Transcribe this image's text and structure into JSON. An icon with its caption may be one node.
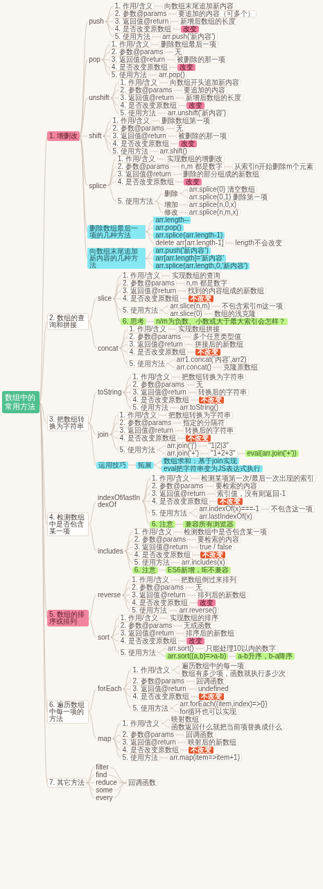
{
  "diagram": {
    "nodes": [
      {
        "text": [
          "数组中的常用方法"
        ]
      },
      {
        "text": [
          "1. 增删改"
        ]
      },
      {
        "text": [
          "push"
        ]
      },
      {
        "text": [
          "1. 作用/含义"
        ]
      },
      {
        "text": [
          "向数组末尾追加新内容"
        ]
      },
      {
        "text": [
          "2. 参数@params"
        ]
      },
      {
        "text": [
          "要追加的内容（可多个）"
        ]
      },
      {
        "text": [
          "3. 返回值@return"
        ]
      },
      {
        "text": [
          "新增后数组的长度"
        ]
      },
      {
        "text": [
          "4. 是否改变原数组"
        ]
      },
      {
        "text": [
          "改变"
        ]
      },
      {
        "text": [
          "5. 使用方法"
        ]
      },
      {
        "text": [
          "arr.push('新内容')"
        ]
      },
      {
        "text": [
          "pop"
        ]
      },
      {
        "text": [
          "1. 作用/含义"
        ]
      },
      {
        "text": [
          "删除数组最后一项"
        ]
      },
      {
        "text": [
          "2. 参数@params"
        ]
      },
      {
        "text": [
          "无"
        ]
      },
      {
        "text": [
          "3. 返回值@return"
        ]
      },
      {
        "text": [
          "被删除的那一项"
        ]
      },
      {
        "text": [
          "4. 是否改变原数组"
        ]
      },
      {
        "text": [
          "改变"
        ]
      },
      {
        "text": [
          "5. 使用方法"
        ]
      },
      {
        "text": [
          "arr.pop()"
        ]
      },
      {
        "text": [
          "unshift"
        ]
      },
      {
        "text": [
          "1. 作用/含义"
        ]
      },
      {
        "text": [
          "向数组开头追加新内容"
        ]
      },
      {
        "text": [
          "2. 参数@params"
        ]
      },
      {
        "text": [
          "要追加的内容"
        ]
      },
      {
        "text": [
          "3. 返回值@return"
        ]
      },
      {
        "text": [
          "新增后数组的长度"
        ]
      },
      {
        "text": [
          "4. 是否改变原数组"
        ]
      },
      {
        "text": [
          "改变"
        ]
      },
      {
        "text": [
          "5. 使用方法"
        ]
      },
      {
        "text": [
          "arr.unshift('新内容')"
        ]
      },
      {
        "text": [
          "shift"
        ]
      },
      {
        "text": [
          "1. 作用/含义"
        ]
      },
      {
        "text": [
          "删除数组第一项"
        ]
      },
      {
        "text": [
          "2. 参数@params"
        ]
      },
      {
        "text": [
          "无"
        ]
      },
      {
        "text": [
          "3. 返回值@return"
        ]
      },
      {
        "text": [
          "被删除的那一项"
        ]
      },
      {
        "text": [
          "4. 是否改变原数组"
        ]
      },
      {
        "text": [
          "改变"
        ]
      },
      {
        "text": [
          "5. 使用方法"
        ]
      },
      {
        "text": [
          "arr.shift()"
        ]
      },
      {
        "text": [
          "splice"
        ]
      },
      {
        "text": [
          "1. 作用/含义"
        ]
      },
      {
        "text": [
          "实现数组的增删改"
        ]
      },
      {
        "text": [
          "2. 参数@params"
        ]
      },
      {
        "text": [
          "n,m 都是数字"
        ]
      },
      {
        "text": [
          "从索引n开始删除m个元素"
        ]
      },
      {
        "text": [
          "3. 返回值@return"
        ]
      },
      {
        "text": [
          "删除的部分组成的新数组"
        ]
      },
      {
        "text": [
          "4. 是否改变原数组"
        ]
      },
      {
        "text": [
          "改变"
        ]
      },
      {
        "text": [
          "5. 使用方法"
        ]
      },
      {
        "text": [
          "删除"
        ]
      },
      {
        "text": [
          "arr.splice(0) 清空数组"
        ]
      },
      {
        "text": [
          "arr.splice(0,1) 删除第一项"
        ]
      },
      {
        "text": [
          "增加"
        ]
      },
      {
        "text": [
          "arr.splice(n,0,x)"
        ]
      },
      {
        "text": [
          "修改"
        ]
      },
      {
        "text": [
          "arr.splice(n,m,x)"
        ]
      },
      {
        "text": [
          "删除数组最后一项的几种方法"
        ]
      },
      {
        "text": [
          "arr.length--"
        ]
      },
      {
        "text": [
          "arr.pop()"
        ]
      },
      {
        "text": [
          "arr.splice(arr.length-1)"
        ]
      },
      {
        "text": [
          "delete arr[arr.length-1]"
        ]
      },
      {
        "text": [
          "length不会改变"
        ]
      },
      {
        "text": [
          "向数组末尾追加新内容的几种方法"
        ]
      },
      {
        "text": [
          "arr.push('新内容')"
        ]
      },
      {
        "text": [
          "arr[arr.length]='新内容'"
        ]
      },
      {
        "text": [
          "arr.splice(arr.length,0,'新内容')"
        ]
      },
      {
        "text": [
          "2. 数组的查询和拼接"
        ]
      },
      {
        "text": [
          "slice"
        ]
      },
      {
        "text": [
          "1. 作用/含义"
        ]
      },
      {
        "text": [
          "实现数组的查询"
        ]
      },
      {
        "text": [
          "2. 参数@params"
        ]
      },
      {
        "text": [
          "n,m 都是数字"
        ]
      },
      {
        "text": [
          "3. 返回值@return"
        ]
      },
      {
        "text": [
          "找到的内容组成的新数组"
        ]
      },
      {
        "text": [
          "4. 是否改变原数组"
        ]
      },
      {
        "text": [
          "不改变"
        ]
      },
      {
        "text": [
          "5. 使用方法"
        ]
      },
      {
        "text": [
          "arr.slice(n,m)"
        ]
      },
      {
        "text": [
          "不包含索引m这一项"
        ]
      },
      {
        "text": [
          "arr.slice(0)"
        ]
      },
      {
        "text": [
          "数组的浅克隆"
        ]
      },
      {
        "text": [
          "6. 思考"
        ]
      },
      {
        "text": [
          "n/m为负数、小数或大于最大索引会怎样？"
        ]
      },
      {
        "text": [
          "concat"
        ]
      },
      {
        "text": [
          "1. 作用/含义"
        ]
      },
      {
        "text": [
          "实现数组拼接"
        ]
      },
      {
        "text": [
          "2. 参数@params"
        ]
      },
      {
        "text": [
          "多个任意类型值"
        ]
      },
      {
        "text": [
          "3. 返回值@return"
        ]
      },
      {
        "text": [
          "拼接后的新数组"
        ]
      },
      {
        "text": [
          "4. 是否改变原数组"
        ]
      },
      {
        "text": [
          "不改变"
        ]
      },
      {
        "text": [
          "5. 使用方法"
        ]
      },
      {
        "text": [
          "arr1.concat('内容',arr2)"
        ]
      },
      {
        "text": [
          "arr.concat()"
        ]
      },
      {
        "text": [
          "克隆原数组"
        ]
      },
      {
        "text": [
          "3. 把数组转换为字符串"
        ]
      },
      {
        "text": [
          "toString"
        ]
      },
      {
        "text": [
          "1. 作用/含义"
        ]
      },
      {
        "text": [
          "把数组转换为字符串"
        ]
      },
      {
        "text": [
          "2. 参数@params"
        ]
      },
      {
        "text": [
          "无"
        ]
      },
      {
        "text": [
          "3. 返回值@return"
        ]
      },
      {
        "text": [
          "转换后的字符串"
        ]
      },
      {
        "text": [
          "4. 是否改变原数组"
        ]
      },
      {
        "text": [
          "不改变"
        ]
      },
      {
        "text": [
          "5. 使用方法"
        ]
      },
      {
        "text": [
          "arr.toString()"
        ]
      },
      {
        "text": [
          "join"
        ]
      },
      {
        "text": [
          "1. 作用/含义"
        ]
      },
      {
        "text": [
          "把数组转换为字符串"
        ]
      },
      {
        "text": [
          "2. 参数@params"
        ]
      },
      {
        "text": [
          "指定的分隔符"
        ]
      },
      {
        "text": [
          "3. 返回值@return"
        ]
      },
      {
        "text": [
          "转换后的字符串"
        ]
      },
      {
        "text": [
          "4. 是否改变原数组"
        ]
      },
      {
        "text": [
          "不改变"
        ]
      },
      {
        "text": [
          "5. 使用方法"
        ]
      },
      {
        "text": [
          "arr.join('|')"
        ]
      },
      {
        "text": [
          "\"1|2|3\""
        ]
      },
      {
        "text": [
          "arr.join('+')"
        ]
      },
      {
        "text": [
          "\"1+2+3\""
        ]
      },
      {
        "text": [
          "eval(arr.join('+'))"
        ]
      },
      {
        "text": [
          "运用技巧"
        ]
      },
      {
        "text": [
          "拓展"
        ]
      },
      {
        "text": [
          "数组求和：基于join实现"
        ]
      },
      {
        "text": [
          "eval把字符串变为JS表达式执行"
        ]
      },
      {
        "text": [
          "4. 检测数组中是否包含某一项"
        ]
      },
      {
        "text": [
          "indexOf/lastIndexOf"
        ]
      },
      {
        "text": [
          "1. 作用/含义"
        ]
      },
      {
        "text": [
          "检测某项第一次/最后一次出现的索引"
        ]
      },
      {
        "text": [
          "2. 参数@params"
        ]
      },
      {
        "text": [
          "要检索的内容"
        ]
      },
      {
        "text": [
          "3. 返回值@return"
        ]
      },
      {
        "text": [
          "索引值，没有则返回-1"
        ]
      },
      {
        "text": [
          "4. 是否改变原数组"
        ]
      },
      {
        "text": [
          "不改变"
        ]
      },
      {
        "text": [
          "5. 使用方法"
        ]
      },
      {
        "text": [
          "arr.indexOf(x)===-1"
        ]
      },
      {
        "text": [
          "不包含这一项"
        ]
      },
      {
        "text": [
          "arr.lastIndexOf(x)"
        ]
      },
      {
        "text": [
          "6. 注意"
        ]
      },
      {
        "text": [
          "兼容所有浏览器"
        ]
      },
      {
        "text": [
          "includes"
        ]
      },
      {
        "text": [
          "1. 作用/含义"
        ]
      },
      {
        "text": [
          "检测数组中是否包含某一项"
        ]
      },
      {
        "text": [
          "2. 参数@params"
        ]
      },
      {
        "text": [
          "要检索的内容"
        ]
      },
      {
        "text": [
          "3. 返回值@return"
        ]
      },
      {
        "text": [
          "true / false"
        ]
      },
      {
        "text": [
          "4. 是否改变原数组"
        ]
      },
      {
        "text": [
          "不改变"
        ]
      },
      {
        "text": [
          "5. 使用方法"
        ]
      },
      {
        "text": [
          "arr.includes(x)"
        ]
      },
      {
        "text": [
          "6. 注意"
        ]
      },
      {
        "text": [
          "ES6新增，IE不兼容"
        ]
      },
      {
        "text": [
          "5. 数组的排序或排列"
        ]
      },
      {
        "text": [
          "reverse"
        ]
      },
      {
        "text": [
          "1. 作用/含义"
        ]
      },
      {
        "text": [
          "把数组倒过来排列"
        ]
      },
      {
        "text": [
          "2. 参数@params"
        ]
      },
      {
        "text": [
          "无"
        ]
      },
      {
        "text": [
          "3. 返回值@return"
        ]
      },
      {
        "text": [
          "排列后的新数组"
        ]
      },
      {
        "text": [
          "4. 是否改变原数组"
        ]
      },
      {
        "text": [
          "改变"
        ]
      },
      {
        "text": [
          "5. 使用方法"
        ]
      },
      {
        "text": [
          "arr.reverse()"
        ]
      },
      {
        "text": [
          "sort"
        ]
      },
      {
        "text": [
          "1. 作用/含义"
        ]
      },
      {
        "text": [
          "实现数组的排序"
        ]
      },
      {
        "text": [
          "2. 参数@params"
        ]
      },
      {
        "text": [
          "无或函数"
        ]
      },
      {
        "text": [
          "3. 返回值@return"
        ]
      },
      {
        "text": [
          "排序后的新数组"
        ]
      },
      {
        "text": [
          "4. 是否改变原数组"
        ]
      },
      {
        "text": [
          "改变"
        ]
      },
      {
        "text": [
          "5. 使用方法"
        ]
      },
      {
        "text": [
          "arr.sort()"
        ]
      },
      {
        "text": [
          "只能处理10以内的数字"
        ]
      },
      {
        "text": [
          "arr.sort((a,b)=>a-b)"
        ]
      },
      {
        "text": [
          "a-b升序，b-a降序"
        ]
      },
      {
        "text": [
          "6. 遍历数组中每一项的方法"
        ]
      },
      {
        "text": [
          "forEach"
        ]
      },
      {
        "text": [
          "1. 作用/含义"
        ]
      },
      {
        "text": [
          "遍历数组中的每一项"
        ]
      },
      {
        "text": [
          "数组有多少项，函数就执行多少次"
        ]
      },
      {
        "text": [
          "2. 参数@params"
        ]
      },
      {
        "text": [
          "回调函数"
        ]
      },
      {
        "text": [
          "3. 返回值@return"
        ]
      },
      {
        "text": [
          "undefined"
        ]
      },
      {
        "text": [
          "4. 是否改变原数组"
        ]
      },
      {
        "text": [
          "不改变"
        ]
      },
      {
        "text": [
          "5. 使用方法"
        ]
      },
      {
        "text": [
          "arr.forEach((item,index)=>{})"
        ]
      },
      {
        "text": [
          "for循环也可以实现"
        ]
      },
      {
        "text": [
          "map"
        ]
      },
      {
        "text": [
          "1. 作用/含义"
        ]
      },
      {
        "text": [
          "映射数组"
        ]
      },
      {
        "text": [
          "函数返回什么就把当前项替换成什么"
        ]
      },
      {
        "text": [
          "2. 参数@params"
        ]
      },
      {
        "text": [
          "回调函数"
        ]
      },
      {
        "text": [
          "3. 返回值@return"
        ]
      },
      {
        "text": [
          "映射后的新数组"
        ]
      },
      {
        "text": [
          "4. 是否改变原数组"
        ]
      },
      {
        "text": [
          "不改变"
        ]
      },
      {
        "text": [
          "5. 使用方法"
        ]
      },
      {
        "text": [
          "arr.map(item=>item+1)"
        ]
      },
      {
        "text": [
          "7. 其它方法"
        ]
      },
      {
        "text": [
          "filter"
        ]
      },
      {
        "text": [
          "find"
        ]
      },
      {
        "text": [
          "reduce"
        ]
      },
      {
        "text": [
          "some"
        ]
      },
      {
        "text": [
          "every"
        ]
      },
      {
        "text": [
          "回调函数"
        ]
      }
    ],
    "edges": [
      {
        "from": 0,
        "to": 1,
        "arrow": "none"
      },
      {
        "from": 0,
        "to": 74,
        "arrow": "none"
      },
      {
        "from": 0,
        "to": 104,
        "arrow": "none"
      },
      {
        "from": 0,
        "to": 135,
        "arrow": "none"
      },
      {
        "from": 0,
        "to": 164,
        "arrow": "none"
      },
      {
        "from": 0,
        "to": 190,
        "arrow": "none"
      },
      {
        "from": 0,
        "to": 216,
        "arrow": "none"
      },
      {
        "from": 1,
        "to": 2,
        "arrow": "none"
      },
      {
        "from": 1,
        "to": 13,
        "arrow": "none"
      },
      {
        "from": 1,
        "to": 24,
        "arrow": "none"
      },
      {
        "from": 1,
        "to": 35,
        "arrow": "none"
      },
      {
        "from": 1,
        "to": 46,
        "arrow": "none"
      },
      {
        "from": 1,
        "to": 64,
        "arrow": "none"
      },
      {
        "from": 1,
        "to": 70,
        "arrow": "none"
      },
      {
        "from": 2,
        "to": 3,
        "arrow": "none"
      },
      {
        "from": 2,
        "to": 5,
        "arrow": "none"
      },
      {
        "from": 2,
        "to": 7,
        "arrow": "none"
      },
      {
        "from": 2,
        "to": 9,
        "arrow": "none"
      },
      {
        "from": 2,
        "to": 11,
        "arrow": "none"
      },
      {
        "from": 3,
        "to": 4,
        "arrow": "none"
      },
      {
        "from": 5,
        "to": 6,
        "arrow": "none"
      },
      {
        "from": 7,
        "to": 8,
        "arrow": "none"
      },
      {
        "from": 9,
        "to": 10,
        "arrow": "none"
      },
      {
        "from": 11,
        "to": 12,
        "arrow": "none"
      },
      {
        "from": 13,
        "to": 14,
        "arrow": "none"
      },
      {
        "from": 13,
        "to": 16,
        "arrow": "none"
      },
      {
        "from": 13,
        "to": 18,
        "arrow": "none"
      },
      {
        "from": 13,
        "to": 20,
        "arrow": "none"
      },
      {
        "from": 13,
        "to": 22,
        "arrow": "none"
      },
      {
        "from": 14,
        "to": 15,
        "arrow": "none"
      },
      {
        "from": 16,
        "to": 17,
        "arrow": "none"
      },
      {
        "from": 18,
        "to": 19,
        "arrow": "none"
      },
      {
        "from": 20,
        "to": 21,
        "arrow": "none"
      },
      {
        "from": 22,
        "to": 23,
        "arrow": "none"
      },
      {
        "from": 24,
        "to": 25,
        "arrow": "none"
      },
      {
        "from": 24,
        "to": 27,
        "arrow": "none"
      },
      {
        "from": 24,
        "to": 29,
        "arrow": "none"
      },
      {
        "from": 24,
        "to": 31,
        "arrow": "none"
      },
      {
        "from": 24,
        "to": 33,
        "arrow": "none"
      },
      {
        "from": 25,
        "to": 26,
        "arrow": "none"
      },
      {
        "from": 27,
        "to": 28,
        "arrow": "none"
      },
      {
        "from": 29,
        "to": 30,
        "arrow": "none"
      },
      {
        "from": 31,
        "to": 32,
        "arrow": "none"
      },
      {
        "from": 33,
        "to": 34,
        "arrow": "none"
      },
      {
        "from": 35,
        "to": 36,
        "arrow": "none"
      },
      {
        "from": 35,
        "to": 38,
        "arrow": "none"
      },
      {
        "from": 35,
        "to": 40,
        "arrow": "none"
      },
      {
        "from": 35,
        "to": 42,
        "arrow": "none"
      },
      {
        "from": 35,
        "to": 44,
        "arrow": "none"
      },
      {
        "from": 36,
        "to": 37,
        "arrow": "none"
      },
      {
        "from": 38,
        "to": 39,
        "arrow": "none"
      },
      {
        "from": 40,
        "to": 41,
        "arrow": "none"
      },
      {
        "from": 42,
        "to": 43,
        "arrow": "none"
      },
      {
        "from": 44,
        "to": 45,
        "arrow": "none"
      },
      {
        "from": 46,
        "to": 47,
        "arrow": "none"
      },
      {
        "from": 46,
        "to": 49,
        "arrow": "none"
      },
      {
        "from": 46,
        "to": 52,
        "arrow": "none"
      },
      {
        "from": 46,
        "to": 54,
        "arrow": "none"
      },
      {
        "from": 46,
        "to": 56,
        "arrow": "none"
      },
      {
        "from": 47,
        "to": 48,
        "arrow": "none"
      },
      {
        "from": 49,
        "to": 50,
        "arrow": "none"
      },
      {
        "from": 50,
        "to": 51,
        "arrow": "none"
      },
      {
        "from": 52,
        "to": 53,
        "arrow": "none"
      },
      {
        "from": 54,
        "to": 55,
        "arrow": "none"
      },
      {
        "from": 56,
        "to": 57,
        "arrow": "none"
      },
      {
        "from": 56,
        "to": 60,
        "arrow": "none"
      },
      {
        "from": 56,
        "to": 62,
        "arrow": "none"
      },
      {
        "from": 57,
        "to": 58,
        "arrow": "none"
      },
      {
        "from": 57,
        "to": 59,
        "arrow": "none"
      },
      {
        "from": 60,
        "to": 61,
        "arrow": "none"
      },
      {
        "from": 62,
        "to": 63,
        "arrow": "none"
      },
      {
        "from": 64,
        "to": 65,
        "arrow": "none"
      },
      {
        "from": 64,
        "to": 66,
        "arrow": "none"
      },
      {
        "from": 64,
        "to": 67,
        "arrow": "none"
      },
      {
        "from": 64,
        "to": 68,
        "arrow": "none"
      },
      {
        "from": 68,
        "to": 69,
        "arrow": "none"
      },
      {
        "from": 70,
        "to": 71,
        "arrow": "none"
      },
      {
        "from": 70,
        "to": 72,
        "arrow": "none"
      },
      {
        "from": 70,
        "to": 73,
        "arrow": "none"
      },
      {
        "from": 74,
        "to": 75,
        "arrow": "none"
      },
      {
        "from": 74,
        "to": 91,
        "arrow": "none"
      },
      {
        "from": 75,
        "to": 76,
        "arrow": "none"
      },
      {
        "from": 75,
        "to": 78,
        "arrow": "none"
      },
      {
        "from": 75,
        "to": 80,
        "arrow": "none"
      },
      {
        "from": 75,
        "to": 82,
        "arrow": "none"
      },
      {
        "from": 75,
        "to": 84,
        "arrow": "none"
      },
      {
        "from": 75,
        "to": 89,
        "arrow": "none"
      },
      {
        "from": 76,
        "to": 77,
        "arrow": "none"
      },
      {
        "from": 78,
        "to": 79,
        "arrow": "none"
      },
      {
        "from": 80,
        "to": 81,
        "arrow": "none"
      },
      {
        "from": 82,
        "to": 83,
        "arrow": "none"
      },
      {
        "from": 84,
        "to": 85,
        "arrow": "none"
      },
      {
        "from": 84,
        "to": 87,
        "arrow": "none"
      },
      {
        "from": 85,
        "to": 86,
        "arrow": "none"
      },
      {
        "from": 87,
        "to": 88,
        "arrow": "none"
      },
      {
        "from": 89,
        "to": 90,
        "arrow": "none"
      },
      {
        "from": 91,
        "to": 92,
        "arrow": "none"
      },
      {
        "from": 91,
        "to": 94,
        "arrow": "none"
      },
      {
        "from": 91,
        "to": 96,
        "arrow": "none"
      },
      {
        "from": 91,
        "to": 98,
        "arrow": "none"
      },
      {
        "from": 91,
        "to": 100,
        "arrow": "none"
      },
      {
        "from": 92,
        "to": 93,
        "arrow": "none"
      },
      {
        "from": 94,
        "to": 95,
        "arrow": "none"
      },
      {
        "from": 96,
        "to": 97,
        "arrow": "none"
      },
      {
        "from": 98,
        "to": 99,
        "arrow": "none"
      },
      {
        "from": 100,
        "to": 101,
        "arrow": "none"
      },
      {
        "from": 100,
        "to": 102,
        "arrow": "none"
      },
      {
        "from": 102,
        "to": 103,
        "arrow": "none"
      },
      {
        "from": 104,
        "to": 105,
        "arrow": "none"
      },
      {
        "from": 104,
        "to": 116,
        "arrow": "none"
      },
      {
        "from": 104,
        "to": 131,
        "arrow": "none"
      },
      {
        "from": 105,
        "to": 106,
        "arrow": "none"
      },
      {
        "from": 105,
        "to": 108,
        "arrow": "none"
      },
      {
        "from": 105,
        "to": 110,
        "arrow": "none"
      },
      {
        "from": 105,
        "to": 112,
        "arrow": "none"
      },
      {
        "from": 105,
        "to": 114,
        "arrow": "none"
      },
      {
        "from": 106,
        "to": 107,
        "arrow": "none"
      },
      {
        "from": 108,
        "to": 109,
        "arrow": "none"
      },
      {
        "from": 110,
        "to": 111,
        "arrow": "none"
      },
      {
        "from": 112,
        "to": 113,
        "arrow": "none"
      },
      {
        "from": 114,
        "to": 115,
        "arrow": "none"
      },
      {
        "from": 116,
        "to": 117,
        "arrow": "none"
      },
      {
        "from": 116,
        "to": 119,
        "arrow": "none"
      },
      {
        "from": 116,
        "to": 121,
        "arrow": "none"
      },
      {
        "from": 116,
        "to": 123,
        "arrow": "none"
      },
      {
        "from": 116,
        "to": 125,
        "arrow": "none"
      },
      {
        "from": 117,
        "to": 118,
        "arrow": "none"
      },
      {
        "from": 119,
        "to": 120,
        "arrow": "none"
      },
      {
        "from": 121,
        "to": 122,
        "arrow": "none"
      },
      {
        "from": 123,
        "to": 124,
        "arrow": "none"
      },
      {
        "from": 125,
        "to": 126,
        "arrow": "none"
      },
      {
        "from": 125,
        "to": 128,
        "arrow": "none"
      },
      {
        "from": 126,
        "to": 127,
        "arrow": "none"
      },
      {
        "from": 128,
        "to": 129,
        "arrow": "none"
      },
      {
        "from": 129,
        "to": 130,
        "arrow": "none"
      },
      {
        "from": 131,
        "to": 132,
        "arrow": "none"
      },
      {
        "from": 132,
        "to": 133,
        "arrow": "none"
      },
      {
        "from": 132,
        "to": 134,
        "arrow": "none"
      },
      {
        "from": 135,
        "to": 136,
        "arrow": "none"
      },
      {
        "from": 135,
        "to": 151,
        "arrow": "none"
      },
      {
        "from": 136,
        "to": 137,
        "arrow": "none"
      },
      {
        "from": 136,
        "to": 139,
        "arrow": "none"
      },
      {
        "from": 136,
        "to": 141,
        "arrow": "none"
      },
      {
        "from": 136,
        "to": 143,
        "arrow": "none"
      },
      {
        "from": 136,
        "to": 145,
        "arrow": "none"
      },
      {
        "from": 136,
        "to": 149,
        "arrow": "none"
      },
      {
        "from": 137,
        "to": 138,
        "arrow": "none"
      },
      {
        "from": 139,
        "to": 140,
        "arrow": "none"
      },
      {
        "from": 141,
        "to": 142,
        "arrow": "none"
      },
      {
        "from": 143,
        "to": 144,
        "arrow": "none"
      },
      {
        "from": 145,
        "to": 146,
        "arrow": "none"
      },
      {
        "from": 145,
        "to": 148,
        "arrow": "none"
      },
      {
        "from": 146,
        "to": 147,
        "arrow": "none"
      },
      {
        "from": 149,
        "to": 150,
        "arrow": "none"
      },
      {
        "from": 151,
        "to": 152,
        "arrow": "none"
      },
      {
        "from": 151,
        "to": 154,
        "arrow": "none"
      },
      {
        "from": 151,
        "to": 156,
        "arrow": "none"
      },
      {
        "from": 151,
        "to": 158,
        "arrow": "none"
      },
      {
        "from": 151,
        "to": 160,
        "arrow": "none"
      },
      {
        "from": 151,
        "to": 162,
        "arrow": "none"
      },
      {
        "from": 152,
        "to": 153,
        "arrow": "none"
      },
      {
        "from": 154,
        "to": 155,
        "arrow": "none"
      },
      {
        "from": 156,
        "to": 157,
        "arrow": "none"
      },
      {
        "from": 158,
        "to": 159,
        "arrow": "none"
      },
      {
        "from": 160,
        "to": 161,
        "arrow": "none"
      },
      {
        "from": 162,
        "to": 163,
        "arrow": "none"
      },
      {
        "from": 164,
        "to": 165,
        "arrow": "none"
      },
      {
        "from": 164,
        "to": 176,
        "arrow": "none"
      },
      {
        "from": 165,
        "to": 166,
        "arrow": "none"
      },
      {
        "from": 165,
        "to": 168,
        "arrow": "none"
      },
      {
        "from": 165,
        "to": 170,
        "arrow": "none"
      },
      {
        "from": 165,
        "to": 172,
        "arrow": "none"
      },
      {
        "from": 165,
        "to": 174,
        "arrow": "none"
      },
      {
        "from": 166,
        "to": 167,
        "arrow": "none"
      },
      {
        "from": 168,
        "to": 169,
        "arrow": "none"
      },
      {
        "from": 170,
        "to": 171,
        "arrow": "none"
      },
      {
        "from": 172,
        "to": 173,
        "arrow": "none"
      },
      {
        "from": 174,
        "to": 175,
        "arrow": "none"
      },
      {
        "from": 176,
        "to": 177,
        "arrow": "none"
      },
      {
        "from": 176,
        "to": 179,
        "arrow": "none"
      },
      {
        "from": 176,
        "to": 181,
        "arrow": "none"
      },
      {
        "from": 176,
        "to": 183,
        "arrow": "none"
      },
      {
        "from": 176,
        "to": 185,
        "arrow": "none"
      },
      {
        "from": 177,
        "to": 178,
        "arrow": "none"
      },
      {
        "from": 179,
        "to": 180,
        "arrow": "none"
      },
      {
        "from": 181,
        "to": 182,
        "arrow": "none"
      },
      {
        "from": 183,
        "to": 184,
        "arrow": "none"
      },
      {
        "from": 185,
        "to": 186,
        "arrow": "none"
      },
      {
        "from": 185,
        "to": 188,
        "arrow": "none"
      },
      {
        "from": 186,
        "to": 187,
        "arrow": "none"
      },
      {
        "from": 188,
        "to": 189,
        "arrow": "none"
      },
      {
        "from": 190,
        "to": 191,
        "arrow": "none"
      },
      {
        "from": 190,
        "to": 204,
        "arrow": "none"
      },
      {
        "from": 191,
        "to": 192,
        "arrow": "none"
      },
      {
        "from": 191,
        "to": 195,
        "arrow": "none"
      },
      {
        "from": 191,
        "to": 197,
        "arrow": "none"
      },
      {
        "from": 191,
        "to": 199,
        "arrow": "none"
      },
      {
        "from": 191,
        "to": 201,
        "arrow": "none"
      },
      {
        "from": 192,
        "to": 193,
        "arrow": "none"
      },
      {
        "from": 192,
        "to": 194,
        "arrow": "none"
      },
      {
        "from": 195,
        "to": 196,
        "arrow": "none"
      },
      {
        "from": 197,
        "to": 198,
        "arrow": "none"
      },
      {
        "from": 199,
        "to": 200,
        "arrow": "none"
      },
      {
        "from": 201,
        "to": 202,
        "arrow": "none"
      },
      {
        "from": 201,
        "to": 203,
        "arrow": "none"
      },
      {
        "from": 204,
        "to": 205,
        "arrow": "none"
      },
      {
        "from": 204,
        "to": 208,
        "arrow": "none"
      },
      {
        "from": 204,
        "to": 210,
        "arrow": "none"
      },
      {
        "from": 204,
        "to": 212,
        "arrow": "none"
      },
      {
        "from": 204,
        "to": 214,
        "arrow": "none"
      },
      {
        "from": 205,
        "to": 206,
        "arrow": "none"
      },
      {
        "from": 205,
        "to": 207,
        "arrow": "none"
      },
      {
        "from": 208,
        "to": 209,
        "arrow": "none"
      },
      {
        "from": 210,
        "to": 211,
        "arrow": "none"
      },
      {
        "from": 212,
        "to": 213,
        "arrow": "none"
      },
      {
        "from": 214,
        "to": 215,
        "arrow": "none"
      },
      {
        "from": 216,
        "to": 217,
        "arrow": "none"
      },
      {
        "from": 216,
        "to": 218,
        "arrow": "none"
      },
      {
        "from": 216,
        "to": 219,
        "arrow": "none"
      },
      {
        "from": 216,
        "to": 220,
        "arrow": "none"
      },
      {
        "from": 216,
        "to": 221,
        "arrow": "none"
      },
      {
        "from": 217,
        "to": 222,
        "arrow": "none"
      },
      {
        "from": 218,
        "to": 222,
        "arrow": "none"
      },
      {
        "from": 219,
        "to": 222,
        "arrow": "none"
      },
      {
        "from": 220,
        "to": 222,
        "arrow": "none"
      },
      {
        "from": 221,
        "to": 222,
        "arrow": "none"
      }
    ]
  }
}
